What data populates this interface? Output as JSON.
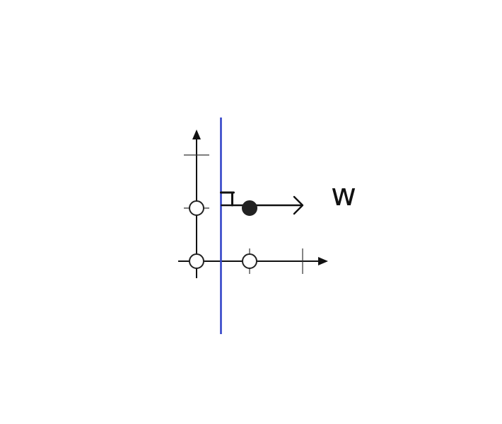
{
  "diagram": {
    "description_type": "perceptron decision boundary on a 2D grid",
    "axis_color": "#111111",
    "boundary_color": "#3344c8",
    "weight_vector_color": "#111111",
    "weight_label": "w",
    "points": [
      {
        "name": "origin",
        "gx": 0,
        "gy": 0,
        "fill": "hollow"
      },
      {
        "name": "x-unit",
        "gx": 1,
        "gy": 0,
        "fill": "hollow"
      },
      {
        "name": "y-unit",
        "gx": 0,
        "gy": 1,
        "fill": "hollow"
      },
      {
        "name": "diag-unit",
        "gx": 1,
        "gy": 1,
        "fill": "filled"
      }
    ],
    "boundary_x": 0.5,
    "weight_vector": {
      "x": 1,
      "y": 0
    },
    "grid_ticks": [
      1,
      2
    ]
  }
}
